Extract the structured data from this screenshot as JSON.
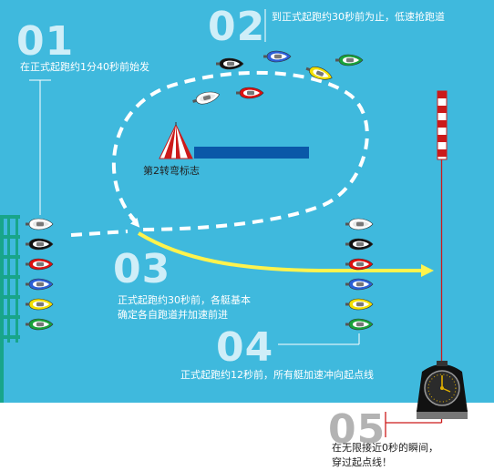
{
  "steps": [
    {
      "number": "01",
      "caption": "在正式起跑约1分40秒前始发"
    },
    {
      "number": "02",
      "caption": "到正式起跑约30秒前为止，低速抢跑道"
    },
    {
      "number": "03",
      "caption_lines": [
        "正式起跑约30秒前，各艇基本",
        "确定各自跑道并加速前进"
      ]
    },
    {
      "number": "04",
      "caption": "正式起跑约12秒前，所有艇加速冲向起点线"
    },
    {
      "number": "05",
      "caption_lines": [
        "在无限接近0秒的瞬间，",
        "穿过起点线！"
      ]
    }
  ],
  "mark_label": "第2转弯标志",
  "boat_colors": [
    "#ffffff",
    "#111111",
    "#dd1111",
    "#2a5fd8",
    "#f2e000",
    "#18a23a"
  ],
  "colors": {
    "water": "#3fb9dd",
    "accent_yellow": "#fff34d",
    "start_line_red": "#cc1a1a",
    "course_bar_blue": "#0a58a8",
    "comb_green": "#18a58a"
  }
}
